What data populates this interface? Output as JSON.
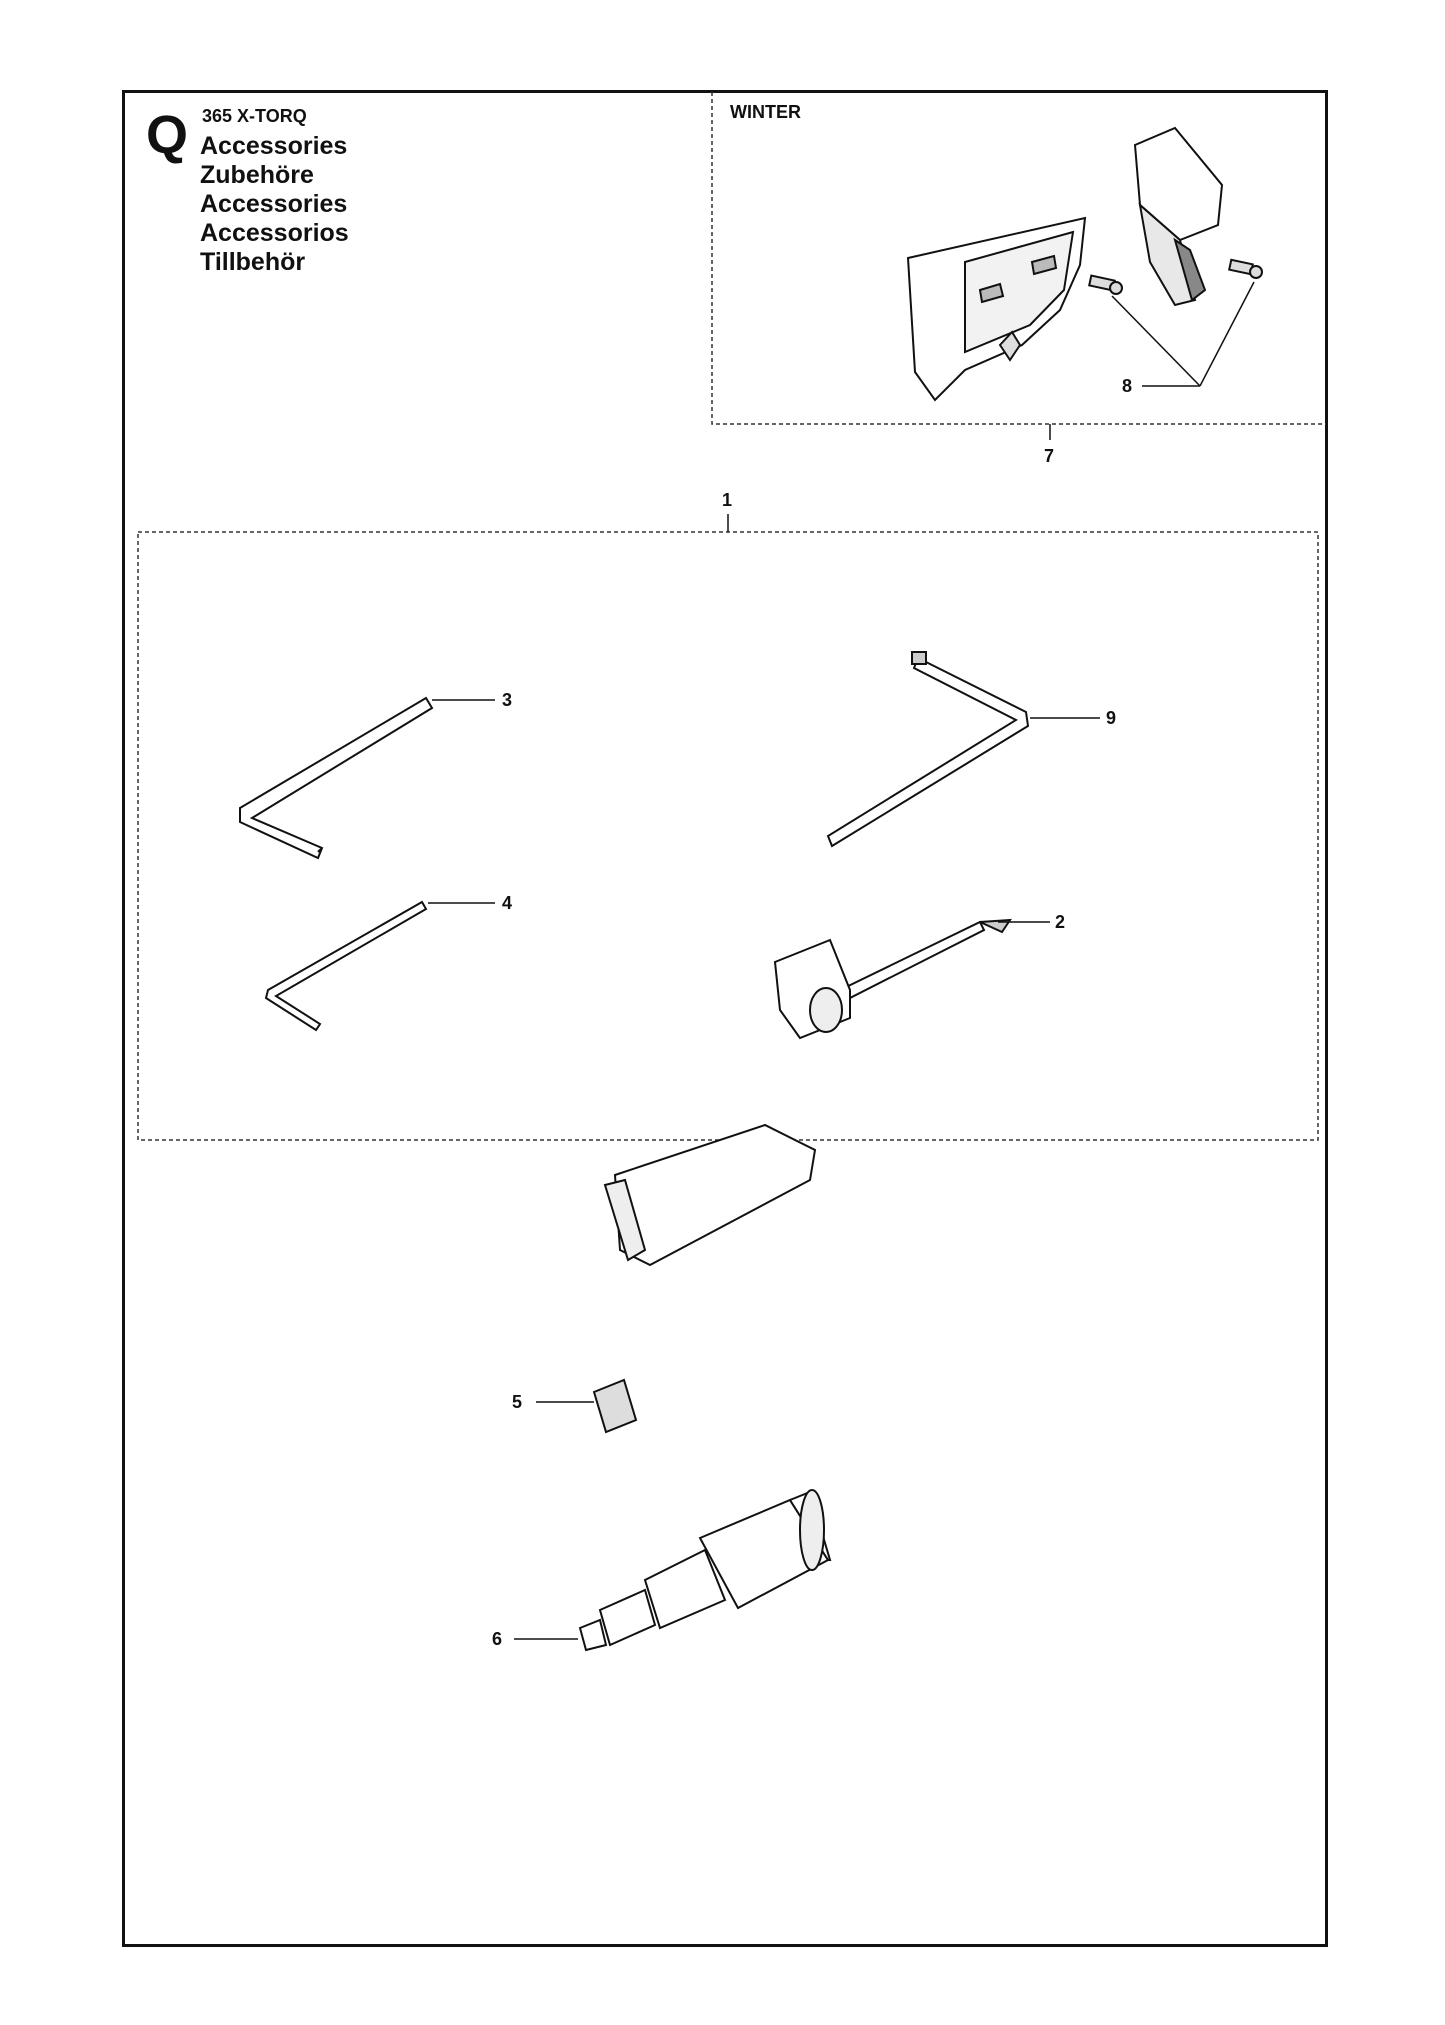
{
  "header": {
    "section_letter": "Q",
    "model": "365 X-TORQ",
    "titles": [
      "Accessories",
      "Zubehöre",
      "Accessories",
      "Accessorios",
      "Tillbehör"
    ]
  },
  "winter_kit": {
    "label": "WINTER"
  },
  "callouts": {
    "c1": "1",
    "c2": "2",
    "c3": "3",
    "c4": "4",
    "c5": "5",
    "c6": "6",
    "c7": "7",
    "c8": "8",
    "c9": "9"
  }
}
